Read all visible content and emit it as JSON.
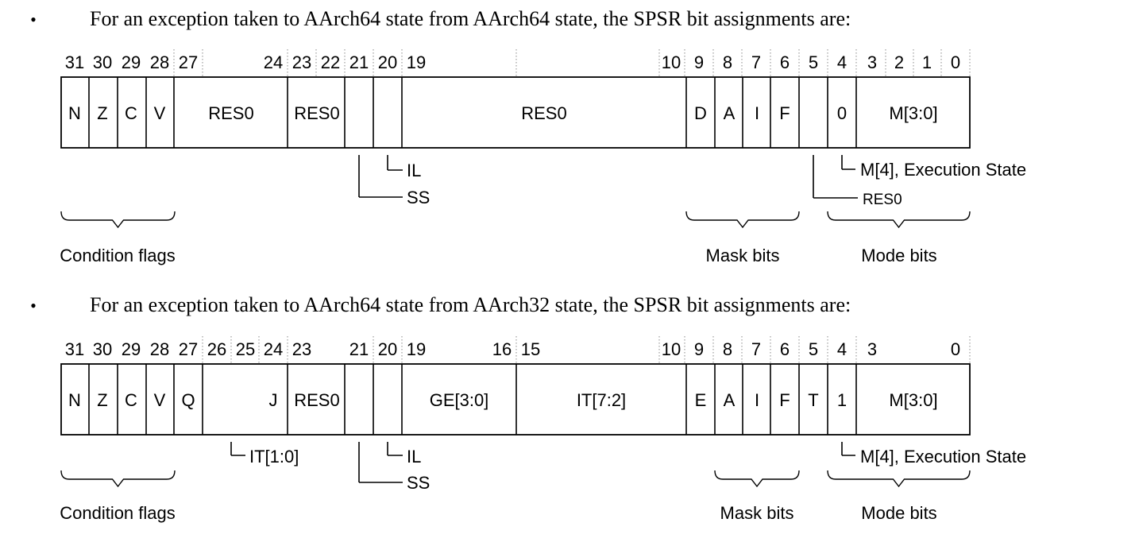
{
  "diagrams": [
    {
      "bullet": "•",
      "intro": "For an exception taken to AArch64 state from AArch64 state, the SPSR bit assignments are:",
      "bit_numbers": [
        "31",
        "30",
        "29",
        "28",
        "27",
        "24",
        "23",
        "22",
        "21",
        "20",
        "19",
        "10",
        "9",
        "8",
        "7",
        "6",
        "5",
        "4",
        "3",
        "2",
        "1",
        "0"
      ],
      "fields": [
        "N",
        "Z",
        "C",
        "V",
        "RES0",
        "RES0",
        "RES0",
        "D",
        "A",
        "I",
        "F",
        "0",
        "M[3:0]"
      ],
      "callouts": [
        "IL",
        "SS",
        "M[4], Execution State",
        "RES0"
      ],
      "groups": [
        "Condition flags",
        "Mask bits",
        "Mode bits"
      ]
    },
    {
      "bullet": "•",
      "intro": "For an exception taken to AArch64 state from AArch32 state, the SPSR bit assignments are:",
      "bit_numbers": [
        "31",
        "30",
        "29",
        "28",
        "27",
        "26",
        "25",
        "24",
        "23",
        "21",
        "20",
        "19",
        "16",
        "15",
        "10",
        "9",
        "8",
        "7",
        "6",
        "5",
        "4",
        "3",
        "0"
      ],
      "fields": [
        "N",
        "Z",
        "C",
        "V",
        "Q",
        "J",
        "RES0",
        "GE[3:0]",
        "IT[7:2]",
        "E",
        "A",
        "I",
        "F",
        "T",
        "1",
        "M[3:0]"
      ],
      "callouts": [
        "IT[1:0]",
        "IL",
        "SS",
        "M[4], Execution State"
      ],
      "groups": [
        "Condition flags",
        "Mask bits",
        "Mode bits"
      ]
    }
  ]
}
